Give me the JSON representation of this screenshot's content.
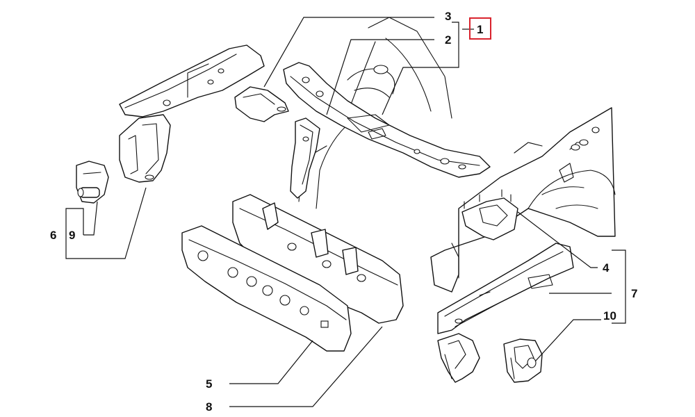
{
  "diagram": {
    "callouts": {
      "c1": "1",
      "c2": "2",
      "c3": "3",
      "c4": "4",
      "c5": "5",
      "c6": "6",
      "c7": "7",
      "c8": "8",
      "c9": "9",
      "c10": "10"
    },
    "highlight_color": "#d9232d",
    "line_color": "#111111",
    "background_color": "#ffffff"
  }
}
